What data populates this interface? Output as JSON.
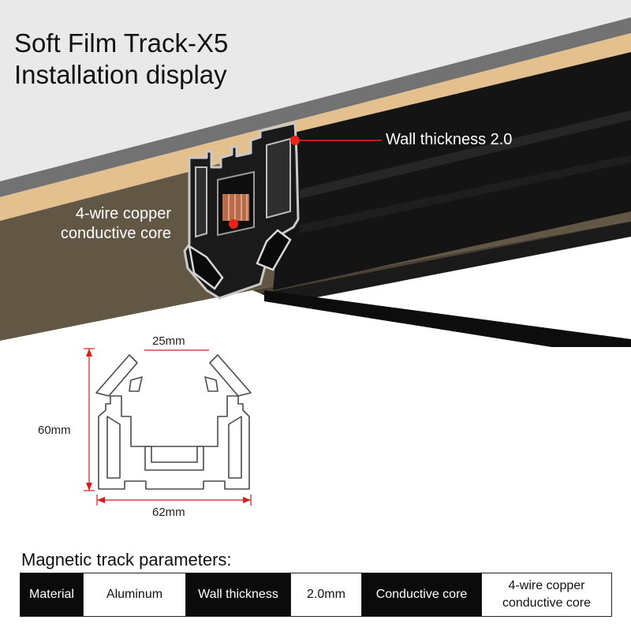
{
  "title": {
    "line1": "Soft Film Track-X5",
    "line2": "Installation display"
  },
  "callouts": {
    "wall_thickness": "Wall thickness 2.0",
    "copper_core": [
      "4-wire copper",
      "conductive core"
    ]
  },
  "dimensions": {
    "width_top": "25mm",
    "height": "60mm",
    "width_bottom": "62mm"
  },
  "parameters": {
    "heading": "Magnetic track parameters:",
    "rows": [
      {
        "key": "Material",
        "value": "Aluminum"
      },
      {
        "key": "Wall thickness",
        "value": "2.0mm"
      },
      {
        "key": "Conductive core",
        "value": [
          "4-wire copper",
          "conductive core"
        ]
      }
    ]
  },
  "colors": {
    "ceiling_light": "#e9e9e9",
    "ceiling_band": "#707070",
    "wood_strip": "#e4c08e",
    "wall_brown": "#625645",
    "track_black": "#111111",
    "marker_red": "#e8241a",
    "dimension_red": "#d11e1e"
  }
}
